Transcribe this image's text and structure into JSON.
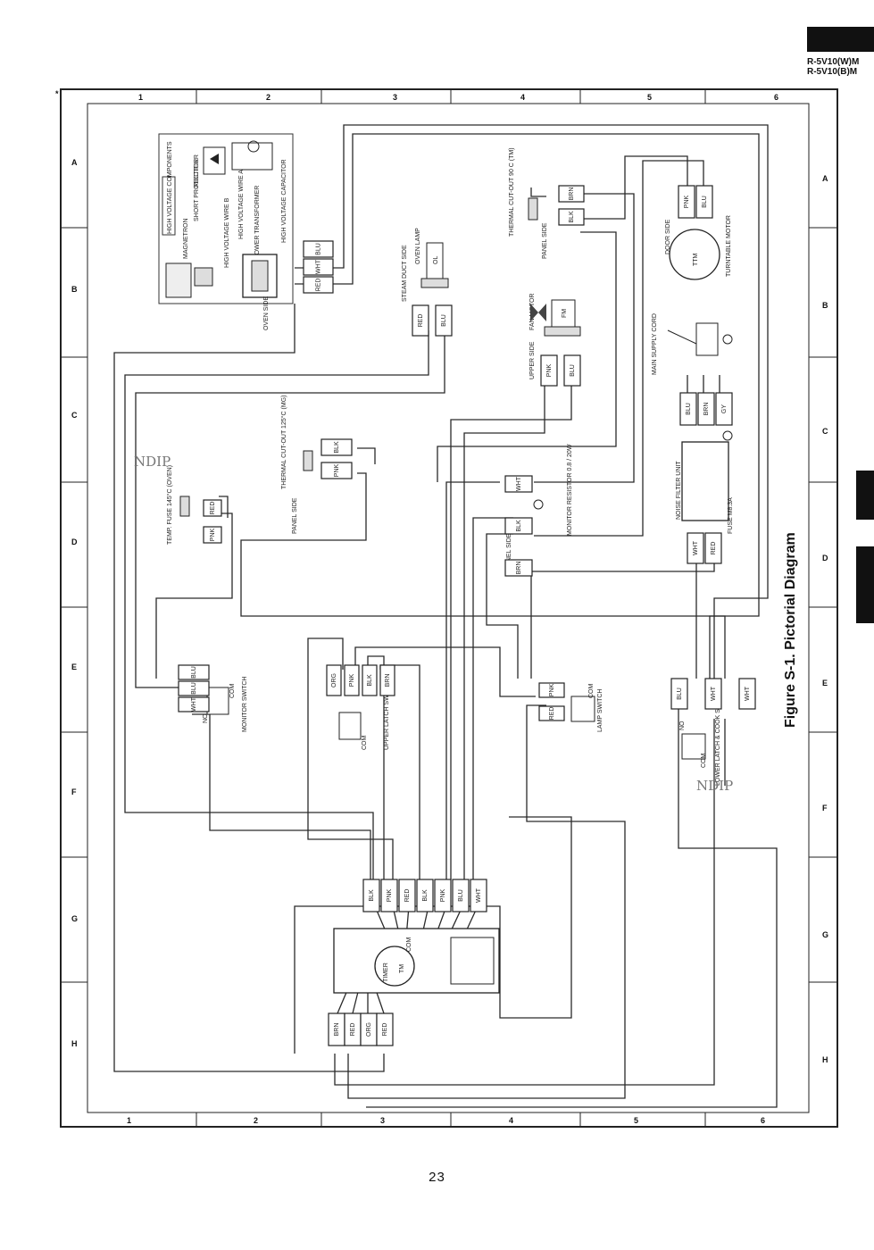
{
  "header": {
    "model_line_1": "R-5V10(W)M",
    "model_line_2": "R-5V10(B)M"
  },
  "figure_title": "Figure S-1. Pictorial Diagram",
  "page_number": "23",
  "watermark": "NDIP",
  "zones": {
    "columns": [
      "1",
      "2",
      "3",
      "4",
      "5",
      "6"
    ],
    "rows": [
      "A",
      "B",
      "C",
      "D",
      "E",
      "F",
      "G",
      "H"
    ]
  },
  "components": {
    "hv_block_title": "HIGH VOLTAGE COMPONENTS",
    "rectifier": "RECTIFIER",
    "magnetron": "MAGNETRON",
    "short_protector": "SHORT PROTECTOR",
    "hv_wire_a": "HIGH VOLTAGE WIRE A",
    "hv_wire_b": "HIGH VOLTAGE WIRE B",
    "power_transformer": "POWER TRANSFORMER",
    "hv_capacitor": "HIGH VOLTAGE CAPACITOR",
    "oven_side": "OVEN SIDE",
    "steam_duct_side": "STEAM DUCT SIDE",
    "oven_lamp": "OVEN LAMP",
    "oven_lamp_code": "OL",
    "thermal_cutout_90": "THERMAL CUT-OUT 90 C (TM)",
    "panel_side": "PANEL SIDE",
    "door_side": "DOOR SIDE",
    "turntable_motor": "TURNTABLE MOTOR",
    "turntable_motor_code": "TTM",
    "fan_motor": "FAN MOTOR",
    "fan_motor_code": "FM",
    "upper_side": "UPPER SIDE",
    "main_supply_cord": "MAIN SUPPLY CORD",
    "thermal_cutout_125": "THERMAL CUT-OUT 125°C (MG)",
    "temp_fuse": "TEMP. FUSE 145°C (OVEN)",
    "monitor_resistor": "MONITOR RESISTOR 0.8 / 20W",
    "noise_filter": "NOISE FILTER UNIT",
    "fuse": "FUSE M8.3A",
    "monitor_switch": "MONITOR SWITCH",
    "upper_latch_switch": "UPPER LATCH SWITCH",
    "lamp_switch": "LAMP SWITCH",
    "lower_latch_cook_switch": "LOWER LATCH & COOK SWITCH",
    "timer": "TIMER",
    "timer_motor_code": "TM",
    "com": "COM",
    "nc": "NC",
    "no": "NO"
  },
  "wire_colors": {
    "BLK": "#1a1a1a",
    "BLU": "#1f4fa8",
    "WHT": "#f2f2f2",
    "RED": "#c0262d",
    "PNK": "#e88fb0",
    "ORG": "#e07a1f",
    "BRN": "#7a4a22",
    "GY": "#8c8c8c"
  },
  "connector_groups": [
    {
      "name": "hv-capacitor-connectors",
      "labels": [
        "BLU",
        "WHT",
        "RED"
      ]
    },
    {
      "name": "oven-lamp-connectors",
      "labels": [
        "RED",
        "BLU"
      ]
    },
    {
      "name": "thermal-cutout-90-connectors",
      "labels": [
        "BRN",
        "BLK"
      ]
    },
    {
      "name": "door-side-connectors",
      "labels": [
        "PNK",
        "BLU"
      ]
    },
    {
      "name": "fan-motor-connectors",
      "labels": [
        "PNK",
        "BLU"
      ]
    },
    {
      "name": "main-cord-connectors",
      "labels": [
        "BLU",
        "BRN",
        "GY"
      ]
    },
    {
      "name": "thermal-cutout-125-connectors",
      "labels": [
        "BLK",
        "PNK"
      ]
    },
    {
      "name": "monitor-resistor-connectors",
      "labels": [
        "WHT",
        "BLK",
        "BRN"
      ]
    },
    {
      "name": "temp-fuse-connectors",
      "labels": [
        "RED",
        "PNK"
      ]
    },
    {
      "name": "noise-filter-output-connectors",
      "labels": [
        "WHT",
        "RED"
      ]
    },
    {
      "name": "monitor-switch-connectors",
      "labels": [
        "BLU",
        "BLU",
        "WHT"
      ]
    },
    {
      "name": "upper-latch-connectors",
      "labels": [
        "ORG",
        "PNK",
        "BLK",
        "BRN"
      ]
    },
    {
      "name": "lamp-switch-connectors",
      "labels": [
        "PNK",
        "RED"
      ]
    },
    {
      "name": "lower-latch-connectors",
      "labels": [
        "BLU",
        "WHT",
        "WHT"
      ]
    },
    {
      "name": "timer-top-connectors",
      "labels": [
        "BLK",
        "PNK",
        "RED",
        "BLK",
        "PNK",
        "BLU",
        "WHT"
      ]
    },
    {
      "name": "timer-bottom-connectors",
      "labels": [
        "BRN",
        "RED",
        "ORG",
        "RED"
      ]
    }
  ]
}
